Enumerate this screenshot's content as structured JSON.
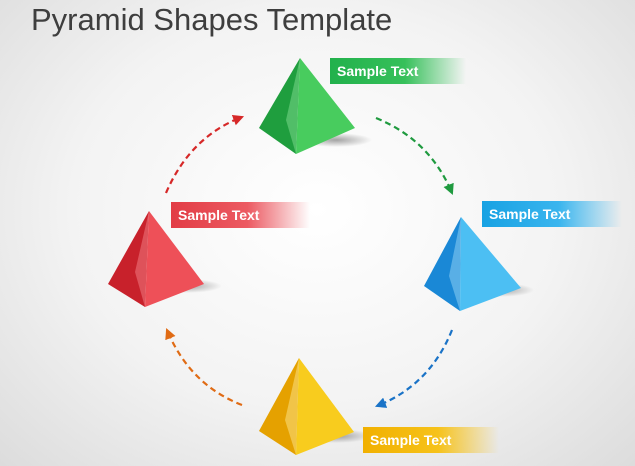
{
  "title": "Pyramid Shapes Template",
  "nodes": [
    {
      "id": "green",
      "label": "Sample Text",
      "color": "#22b14c",
      "icon": "pyramid-icon"
    },
    {
      "id": "red",
      "label": "Sample Text",
      "color": "#e23c45",
      "icon": "pyramid-icon"
    },
    {
      "id": "blue",
      "label": "Sample Text",
      "color": "#17a2e3",
      "icon": "pyramid-icon"
    },
    {
      "id": "yellow",
      "label": "Sample Text",
      "color": "#f1b000",
      "icon": "pyramid-icon"
    }
  ],
  "flow": [
    {
      "from": "green",
      "to": "blue",
      "color": "#1f9a3f",
      "style": "dashed"
    },
    {
      "from": "blue",
      "to": "yellow",
      "color": "#1a73c7",
      "style": "dashed"
    },
    {
      "from": "yellow",
      "to": "red",
      "color": "#e06b14",
      "style": "dashed"
    },
    {
      "from": "red",
      "to": "green",
      "color": "#d62828",
      "style": "dashed"
    }
  ]
}
